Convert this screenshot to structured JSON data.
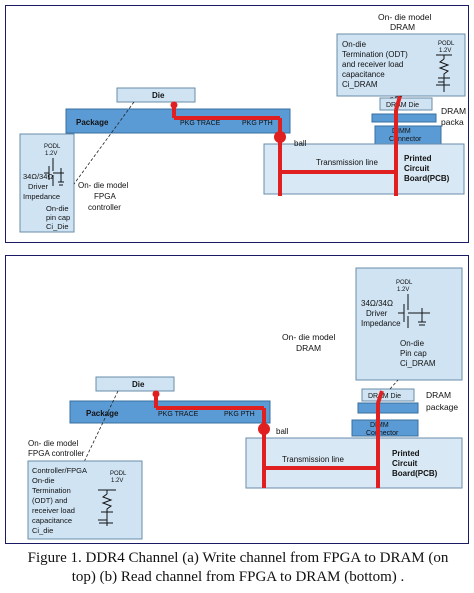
{
  "colors": {
    "pkg_blue": "#5b9bd5",
    "die_blue": "#cfe3f3",
    "pcb_blue": "#d8e8f5",
    "trace_red": "#e02020",
    "frame": "#1a1a66"
  },
  "panel_a": {
    "model_title": [
      "On- die model",
      "DRAM"
    ],
    "die_label": "Die",
    "package_label": "Package",
    "pkg_trace": "PKG TRACE",
    "pkg_pth": "PKG PTH",
    "ball": "ball",
    "transmission_line": "Transmission line",
    "pcb": [
      "Printed",
      "Circuit",
      "Board(PCB)"
    ],
    "dimm_connector": [
      "DIMM",
      "Connector"
    ],
    "dram_die": "DRAM Die",
    "dram_package": [
      "DRAM",
      "packa"
    ],
    "odt_box": {
      "lines": [
        "On-die",
        "Termination (ODT)",
        "and receiver load",
        "capacitance",
        "Ci_DRAM"
      ],
      "supply": [
        "PODL",
        "1.2V"
      ]
    },
    "driver_box": {
      "supply": [
        "PODL",
        "1.2V"
      ],
      "driver": [
        "34Ω/34Ω",
        "Driver",
        "Impedance"
      ],
      "pin_cap": [
        "On-die",
        "pin cap",
        "Ci_Die"
      ]
    },
    "fpga_model": [
      "On- die model",
      "FPGA",
      "controller"
    ]
  },
  "panel_b": {
    "die_label": "Die",
    "package_label": "Package",
    "pkg_trace": "PKG TRACE",
    "pkg_pth": "PKG PTH",
    "ball": "ball",
    "transmission_line": "Transmission line",
    "pcb": [
      "Printed",
      "Circuit",
      "Board(PCB)"
    ],
    "dimm_connector": [
      "DIMM",
      "Connector"
    ],
    "dram_die": "DRAM Die",
    "dram_package": [
      "DRAM",
      "package"
    ],
    "dram_model": [
      "On- die model",
      "DRAM"
    ],
    "driver_box": {
      "supply": [
        "PODL",
        "1.2V"
      ],
      "driver": [
        "34Ω/34Ω",
        "Driver",
        "Impedance"
      ],
      "pin_cap": [
        "On-die",
        "Pin cap",
        "Ci_DRAM"
      ]
    },
    "fpga_model": [
      "On- die model",
      "FPGA controller"
    ],
    "odt_box": {
      "lines": [
        "Controller/FPGA",
        "On-die",
        "Termination",
        "(ODT) and",
        "receiver load",
        "capacitance",
        "Ci_die"
      ],
      "supply": [
        "PODL",
        "1.2V"
      ]
    }
  },
  "caption": {
    "line1": "Figure 1.    DDR4 Channel (a) Write channel from FPGA to DRAM (on",
    "line2": "top)  (b) Read channel from FPGA to DRAM (bottom) ."
  }
}
